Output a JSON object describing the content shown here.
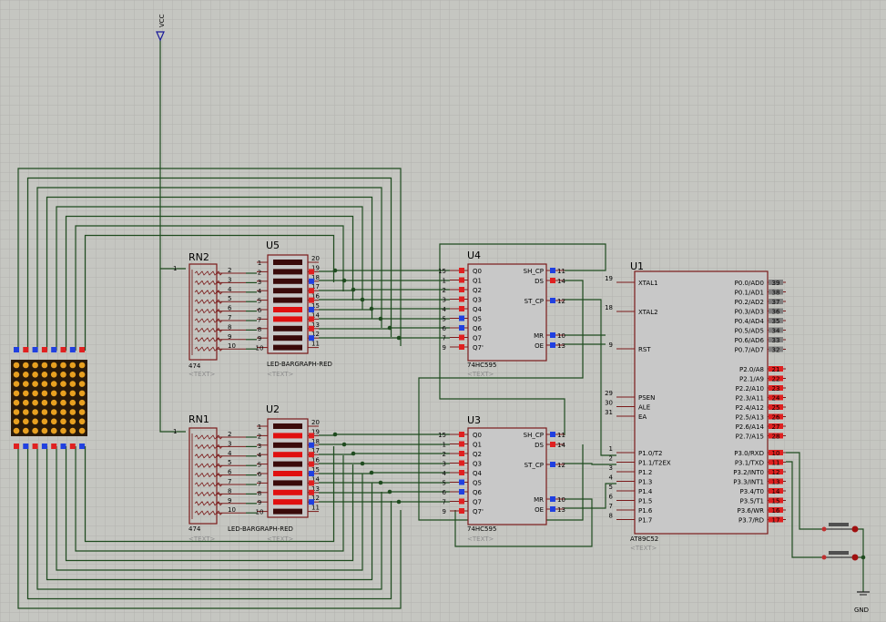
{
  "colors": {
    "background": "#c5c6c1",
    "grid": "#b4b5b0",
    "wire": "#1f4b1f",
    "chip_fill": "#c8c8c8",
    "outline": "#7a1a1a",
    "pin_red": "#e02020",
    "pin_blue": "#2040e0",
    "led_on": "#e01010",
    "led_off": "#3a0a0a",
    "matrix_dot": "#e8a020"
  },
  "power": {
    "vcc": "VCC",
    "gnd": "GND"
  },
  "rn2": {
    "ref": "RN2",
    "value": "474",
    "text": "<TEXT>",
    "pin1": "1",
    "pins": [
      "2",
      "3",
      "4",
      "5",
      "6",
      "7",
      "8",
      "9",
      "10"
    ]
  },
  "rn1": {
    "ref": "RN1",
    "value": "474",
    "text": "<TEXT>",
    "pin1": "1",
    "pins": [
      "2",
      "3",
      "4",
      "5",
      "6",
      "7",
      "8",
      "9",
      "10"
    ]
  },
  "u5": {
    "ref": "U5",
    "value": "LED-BARGRAPH-RED",
    "text": "<TEXT>",
    "left_pins": [
      "1",
      "2",
      "3",
      "4",
      "5",
      "6",
      "7",
      "8",
      "9",
      "10"
    ],
    "right_pins": [
      "20",
      "19",
      "18",
      "17",
      "16",
      "15",
      "14",
      "13",
      "12",
      "11"
    ],
    "lit": [
      false,
      false,
      false,
      false,
      false,
      true,
      true,
      false,
      false,
      false
    ]
  },
  "u2": {
    "ref": "U2",
    "value": "LED-BARGRAPH-RED",
    "text": "<TEXT>",
    "left_pins": [
      "1",
      "2",
      "3",
      "4",
      "5",
      "6",
      "7",
      "8",
      "9",
      "10"
    ],
    "right_pins": [
      "20",
      "19",
      "18",
      "17",
      "16",
      "15",
      "14",
      "13",
      "12",
      "11"
    ],
    "lit": [
      false,
      true,
      false,
      true,
      false,
      true,
      false,
      true,
      true,
      false
    ]
  },
  "u4": {
    "ref": "U4",
    "value": "74HC595",
    "text": "<TEXT>",
    "left_pins": [
      {
        "num": "15",
        "name": "Q0"
      },
      {
        "num": "1",
        "name": "Q1"
      },
      {
        "num": "2",
        "name": "Q2"
      },
      {
        "num": "3",
        "name": "Q3"
      },
      {
        "num": "4",
        "name": "Q4"
      },
      {
        "num": "5",
        "name": "Q5"
      },
      {
        "num": "6",
        "name": "Q6"
      },
      {
        "num": "7",
        "name": "Q7"
      },
      {
        "num": "9",
        "name": "Q7'"
      }
    ],
    "right_pins": [
      {
        "num": "11",
        "name": "SH_CP"
      },
      {
        "num": "14",
        "name": "DS"
      },
      {
        "num": "12",
        "name": "ST_CP"
      },
      {
        "num": "10",
        "name": "MR"
      },
      {
        "num": "13",
        "name": "OE"
      }
    ]
  },
  "u3": {
    "ref": "U3",
    "value": "74HC595",
    "text": "<TEXT>",
    "left_pins": [
      {
        "num": "15",
        "name": "Q0"
      },
      {
        "num": "1",
        "name": "Q1"
      },
      {
        "num": "2",
        "name": "Q2"
      },
      {
        "num": "3",
        "name": "Q3"
      },
      {
        "num": "4",
        "name": "Q4"
      },
      {
        "num": "5",
        "name": "Q5"
      },
      {
        "num": "6",
        "name": "Q6"
      },
      {
        "num": "7",
        "name": "Q7"
      },
      {
        "num": "9",
        "name": "Q7'"
      }
    ],
    "right_pins": [
      {
        "num": "11",
        "name": "SH_CP"
      },
      {
        "num": "14",
        "name": "DS"
      },
      {
        "num": "12",
        "name": "ST_CP"
      },
      {
        "num": "10",
        "name": "MR"
      },
      {
        "num": "13",
        "name": "OE"
      }
    ]
  },
  "u1": {
    "ref": "U1",
    "value": "AT89C52",
    "text": "<TEXT>",
    "left_top": [
      {
        "num": "19",
        "name": "XTAL1"
      },
      {
        "num": "18",
        "name": "XTAL2"
      },
      {
        "num": "9",
        "name": "RST"
      }
    ],
    "left_mid": [
      {
        "num": "29",
        "name": "PSEN"
      },
      {
        "num": "30",
        "name": "ALE"
      },
      {
        "num": "31",
        "name": "EA"
      }
    ],
    "left_p1": [
      {
        "num": "1",
        "name": "P1.0/T2"
      },
      {
        "num": "2",
        "name": "P1.1/T2EX"
      },
      {
        "num": "3",
        "name": "P1.2"
      },
      {
        "num": "4",
        "name": "P1.3"
      },
      {
        "num": "5",
        "name": "P1.4"
      },
      {
        "num": "6",
        "name": "P1.5"
      },
      {
        "num": "7",
        "name": "P1.6"
      },
      {
        "num": "8",
        "name": "P1.7"
      }
    ],
    "right_p0": [
      {
        "num": "39",
        "name": "P0.0/AD0"
      },
      {
        "num": "38",
        "name": "P0.1/AD1"
      },
      {
        "num": "37",
        "name": "P0.2/AD2"
      },
      {
        "num": "36",
        "name": "P0.3/AD3"
      },
      {
        "num": "35",
        "name": "P0.4/AD4"
      },
      {
        "num": "34",
        "name": "P0.5/AD5"
      },
      {
        "num": "33",
        "name": "P0.6/AD6"
      },
      {
        "num": "32",
        "name": "P0.7/AD7"
      }
    ],
    "right_p2": [
      {
        "num": "21",
        "name": "P2.0/A8"
      },
      {
        "num": "22",
        "name": "P2.1/A9"
      },
      {
        "num": "23",
        "name": "P2.2/A10"
      },
      {
        "num": "24",
        "name": "P2.3/A11"
      },
      {
        "num": "25",
        "name": "P2.4/A12"
      },
      {
        "num": "26",
        "name": "P2.5/A13"
      },
      {
        "num": "27",
        "name": "P2.6/A14"
      },
      {
        "num": "28",
        "name": "P2.7/A15"
      }
    ],
    "right_p3": [
      {
        "num": "10",
        "name": "P3.0/RXD"
      },
      {
        "num": "11",
        "name": "P3.1/TXD"
      },
      {
        "num": "12",
        "name": "P3.2/INT0"
      },
      {
        "num": "13",
        "name": "P3.3/INT1"
      },
      {
        "num": "14",
        "name": "P3.4/T0"
      },
      {
        "num": "15",
        "name": "P3.5/T1"
      },
      {
        "num": "16",
        "name": "P3.6/WR"
      },
      {
        "num": "17",
        "name": "P3.7/RD"
      }
    ]
  },
  "matrix": {
    "rows": 8,
    "cols": 8
  }
}
